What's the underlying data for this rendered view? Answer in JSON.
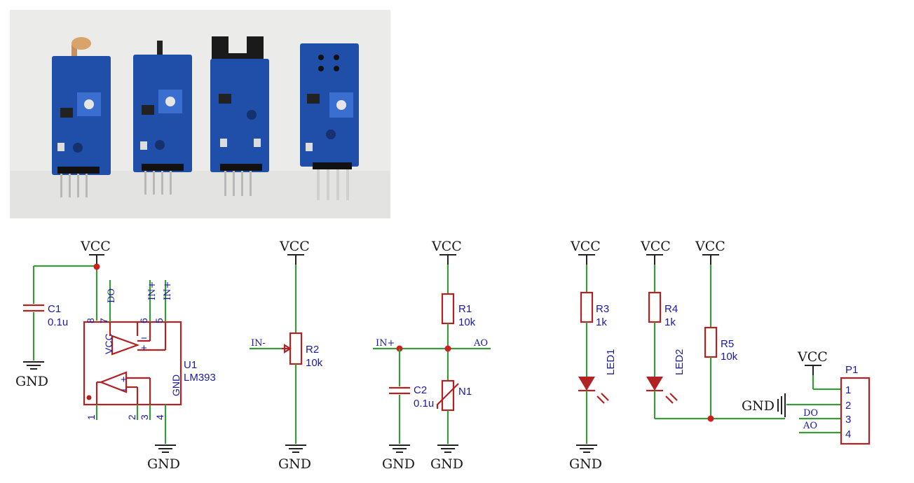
{
  "power": {
    "vcc": "VCC",
    "gnd": "GND"
  },
  "comparator": {
    "cap_ref": "C1",
    "cap_val": "0.1u",
    "ic_ref": "U1",
    "ic_val": "LM393",
    "pins": {
      "p8": "8",
      "p7": "7",
      "p6": "6",
      "p5": "5",
      "p1": "1",
      "p2": "2",
      "p3": "3",
      "p4": "4"
    },
    "labels": {
      "vcc": "VCC",
      "gnd": "GND",
      "do": "DO",
      "in_plus_a": "IN+",
      "in_plus_b": "IN+"
    }
  },
  "pot": {
    "net": "IN-",
    "ref": "R2",
    "val": "10k"
  },
  "divider": {
    "net_in": "IN+",
    "net_out": "AO",
    "r_ref": "R1",
    "r_val": "10k",
    "c_ref": "C2",
    "c_val": "0.1u",
    "n_ref": "N1"
  },
  "leds": {
    "r3_ref": "R3",
    "r3_val": "1k",
    "r4_ref": "R4",
    "r4_val": "1k",
    "r5_ref": "R5",
    "r5_val": "10k",
    "led1": "LED1",
    "led2": "LED2"
  },
  "connector": {
    "ref": "P1",
    "pins": [
      "1",
      "2",
      "3",
      "4"
    ],
    "do_net": "DO",
    "ao_net": "AO"
  },
  "colors": {
    "wire": "#3a9a3a",
    "component": "#b22222",
    "text": "#1a1aa0",
    "junction": "#cc1f1f"
  }
}
